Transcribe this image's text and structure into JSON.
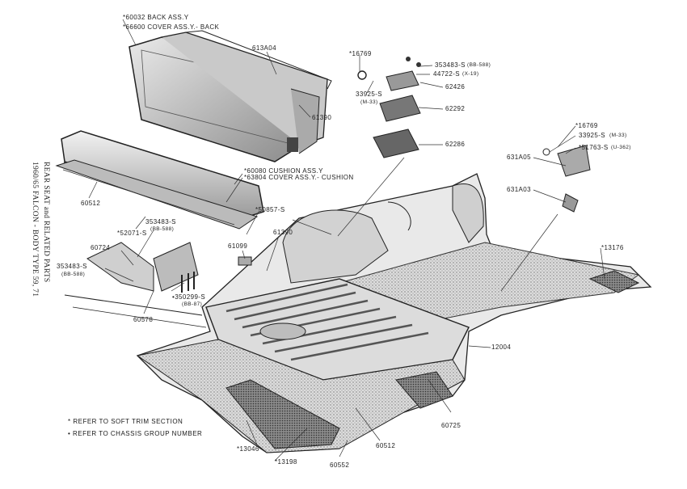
{
  "title_lines": [
    "REAR SEAT and RELATED PARTS",
    "1960/65 FALCON - BODY TYPE 59, 71"
  ],
  "notes": [
    "* REFER TO SOFT TRIM SECTION",
    "• REFER TO CHASSIS GROUP NUMBER"
  ],
  "parts": {
    "back_assy": "*60032 BACK ASS.Y",
    "cover_back": "*66600 COVER ASS.Y.- BACK",
    "p613A04": "613A04",
    "p61390_top": "61390",
    "cushion_assy": "*60080 CUSHION ASS.Y",
    "cover_cushion": "*63804 COVER ASS.Y.- CUSHION",
    "p60512_left": "60512",
    "p52071": "*52071-S",
    "p353483_mid": "353483-S",
    "bb588_mid": "(BB-588)",
    "p50857": "*50857-S",
    "p61390_mid": "61390",
    "p61099": "61099",
    "p60724": "60724",
    "p353483_left": "353483-S",
    "bb588_left": "(BB-588)",
    "p350299": "•350299-S",
    "bb87": "(BB-87)",
    "p60578": "60578",
    "p16769_top": "*16769",
    "p353483_top": "353483-S",
    "bb588_top": "(BB-588)",
    "p44722": "44722-S",
    "x19": "(X-19)",
    "p62426": "62426",
    "p33925_top": "33925-S",
    "m33_top": "(M-33)",
    "p62292": "62292",
    "p62286": "62286",
    "p16769_right": "*16769",
    "p33925_right": "33925-S",
    "m33_right": "(M-33)",
    "p51763": "*51763-S",
    "u362": "(U-362)",
    "p631A05": "631A05",
    "p631A03": "631A03",
    "p13176": "*13176",
    "p12004": "12004",
    "p60725": "60725",
    "p60512_bottom": "60512",
    "p13046": "*13046",
    "p13198": "*13198",
    "p60552": "60552"
  }
}
